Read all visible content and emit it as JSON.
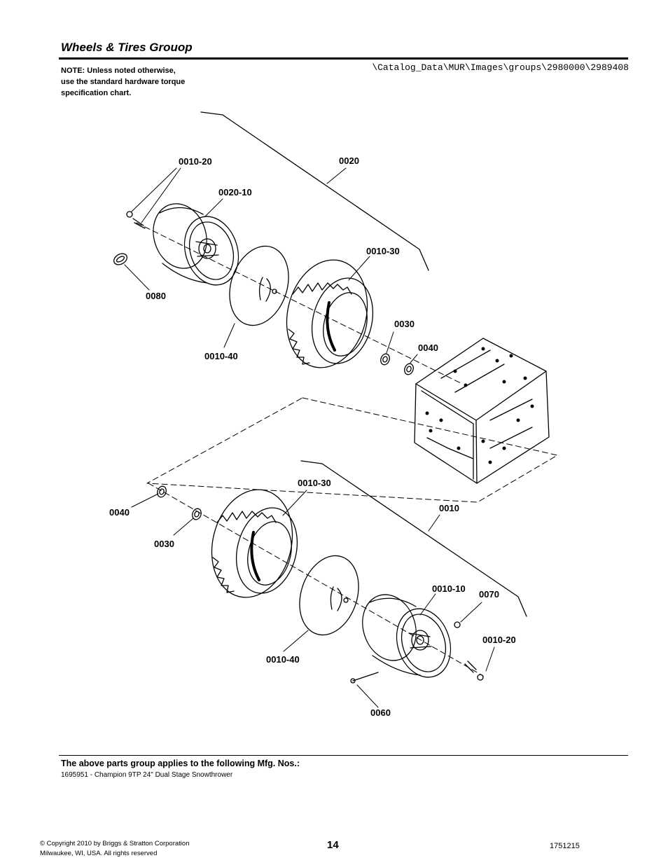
{
  "page": {
    "title": "Wheels & Tires Grouop",
    "note_lines": [
      "NOTE: Unless noted otherwise,",
      "use the standard hardware torque",
      "specification chart."
    ],
    "image_path": "\\Catalog_Data\\MUR\\Images\\groups\\2980000\\2989408"
  },
  "diagram": {
    "labels": {
      "upper_0010_20": "0010-20",
      "upper_0020": "0020",
      "upper_0020_10": "0020-10",
      "upper_0010_30": "0010-30",
      "upper_0080": "0080",
      "upper_0030": "0030",
      "upper_0040": "0040",
      "upper_0010_40": "0010-40",
      "lower_0010_30": "0010-30",
      "lower_0040": "0040",
      "lower_0010": "0010",
      "lower_0030": "0030",
      "lower_0010_10": "0010-10",
      "lower_0070": "0070",
      "lower_0010_20": "0010-20",
      "lower_0010_40": "0010-40",
      "lower_0060": "0060"
    }
  },
  "applies": {
    "heading": "The above parts group applies to the following Mfg. Nos.:",
    "items": [
      "1695951 - Champion 9TP 24\" Dual Stage Snowthrower"
    ]
  },
  "footer": {
    "copyright_lines": [
      "© Copyright  2010 by Briggs & Stratton Corporation",
      "Milwaukee, WI, USA. All rights reserved"
    ],
    "page_number": "14",
    "doc_number": "1751215"
  }
}
